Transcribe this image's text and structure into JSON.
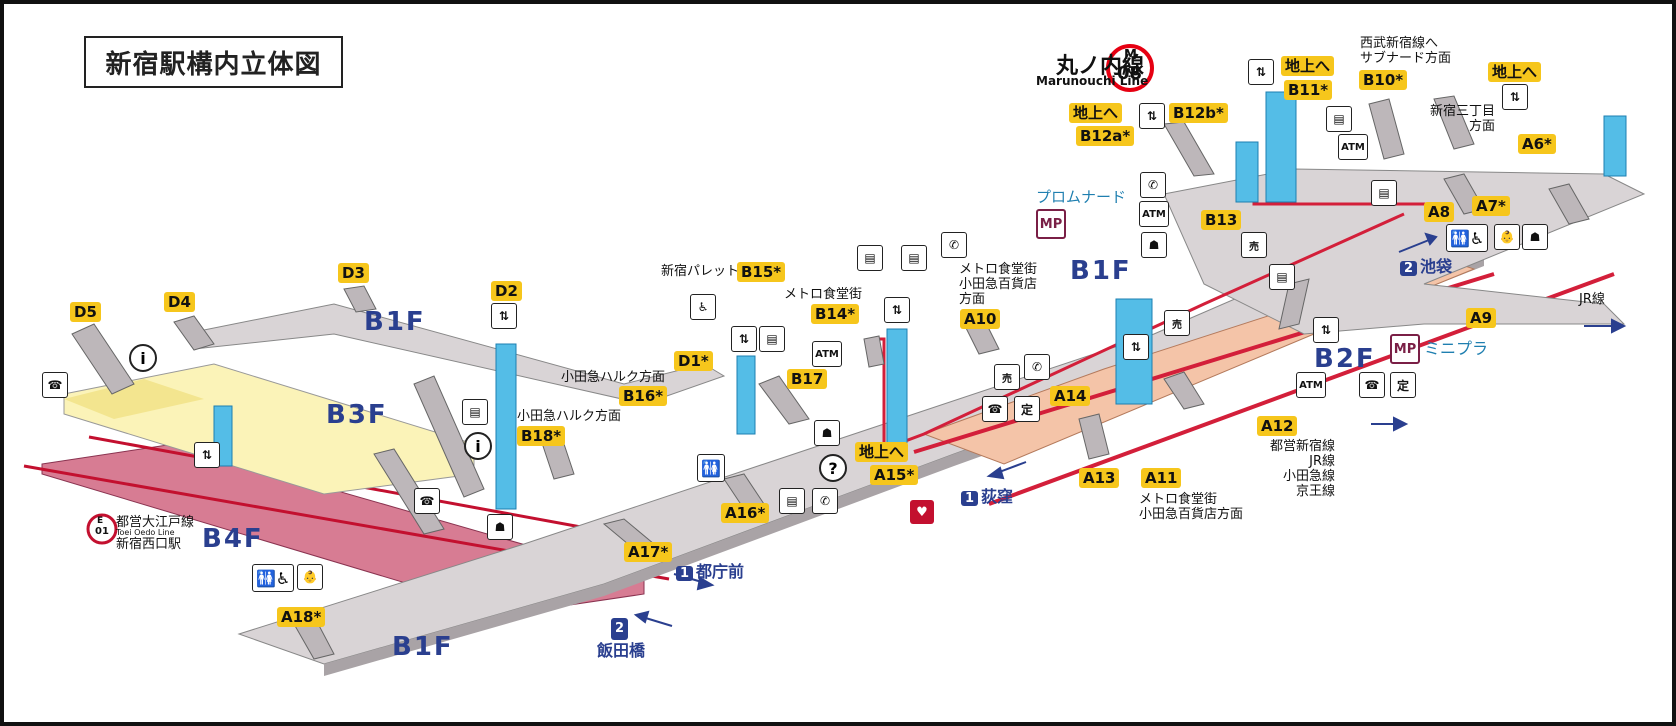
{
  "title": "新宿駅構内立体図",
  "line": {
    "name_jp": "丸ノ内線",
    "name_en": "Marunouchi Line",
    "code_letter": "M",
    "code_number": "08",
    "color": "#e60012"
  },
  "floors": {
    "b1f_top": "B1F",
    "b1f_bottom": "B1F",
    "b1f_right": "B1F",
    "b2f": "B2F",
    "b3f": "B3F",
    "b4f": "B4F"
  },
  "exits": {
    "D5": "D5",
    "D4": "D4",
    "D3": "D3",
    "D2": "D2",
    "D1": "D1*",
    "B18": "B18*",
    "B17": "B17",
    "B16": "B16*",
    "B15": "B15*",
    "B14": "B14*",
    "B13": "B13",
    "B12a": "B12a*",
    "B12b": "B12b*",
    "B11": "B11*",
    "B10": "B10*",
    "A18": "A18*",
    "A17": "A17*",
    "A16": "A16*",
    "A15": "A15*",
    "A14": "A14",
    "A13": "A13",
    "A12": "A12",
    "A11": "A11",
    "A10": "A10",
    "A9": "A9",
    "A8": "A8",
    "A7": "A7*",
    "A6": "A6*",
    "chijoue_a15": "地上へ",
    "chijoue_b12a": "地上へ",
    "chijoue_b11": "地上へ",
    "chijoue_a6": "地上へ"
  },
  "labels": {
    "seibu": "西武新宿線へ\nサブナード方面",
    "sanchome": "新宿三丁目\n方面",
    "promenade": "プロムナード",
    "palette": "新宿パレット",
    "metro_shokudo_b14": "メトロ食堂街",
    "metro_a10": "メトロ食堂街\n小田急百貨店\n方面",
    "halc_b16": "小田急ハルク方面",
    "halc_b18": "小田急ハルク方面",
    "a12_lines": "都営新宿線\nJR線\n小田急線\n京王線",
    "a11_dest": "メトロ食堂街\n小田急百貨店方面",
    "jr": "JR線",
    "minipla": "ミニプラ",
    "oedo_name": "都営大江戸線",
    "oedo_en": "Toei Oedo Line",
    "oedo_station": "新宿西口駅",
    "oedo_code_letter": "E",
    "oedo_code_number": "01"
  },
  "directions": {
    "ikebukuro": {
      "num": "2",
      "name": "池袋"
    },
    "ogikubo": {
      "num": "1",
      "name": "荻窪"
    },
    "tochomae": {
      "num": "1",
      "name": "都庁前"
    },
    "iidabashi": {
      "num": "2",
      "name": "飯田橋"
    }
  },
  "icons": {
    "atm": "ATM",
    "mp": "MP",
    "info": "i",
    "question": "?",
    "ticket": "定",
    "shop": "売"
  },
  "colors": {
    "floor_gray": "#d9d4d6",
    "concourse_yellow": "#fbf3b8",
    "oedo_platform": "#d77c93",
    "marunouchi_platform": "#f4c4a8",
    "elevator_blue": "#54bde7",
    "exit_yellow": "#f6c61c",
    "floor_label_blue": "#2a3f8f",
    "accent_red": "#d31f3a"
  }
}
